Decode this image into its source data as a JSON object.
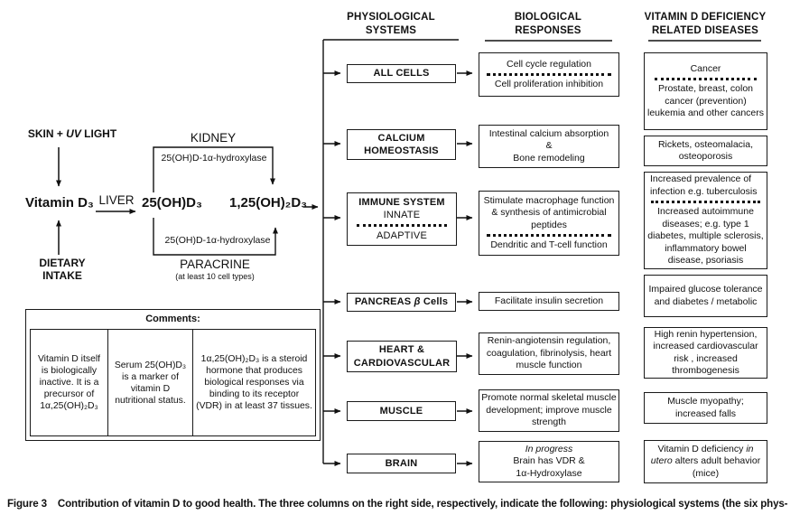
{
  "column_headers": {
    "systems": "PHYSIOLOGICAL SYSTEMS",
    "responses": "BIOLOGICAL RESPONSES",
    "diseases": "VITAMIN D DEFICIENCY RELATED DISEASES"
  },
  "pathway": {
    "skin_prefix": "SKIN + ",
    "skin_uv": "UV",
    "skin_suffix": " LIGHT",
    "dietary_line1": "DIETARY",
    "dietary_line2": "INTAKE",
    "vitamin_d3": "Vitamin D₃",
    "liver": "LIVER",
    "metabolite_25": "25(OH)D₃",
    "metabolite_125": "1,25(OH)₂D₃",
    "kidney": "KIDNEY",
    "enzyme_top": "25(OH)D-1α-hydroxylase",
    "enzyme_bottom": "25(OH)D-1α-hydroxylase",
    "paracrine": "PARACRINE",
    "paracrine_note": "(at least 10 cell types)"
  },
  "comments": {
    "title": "Comments:",
    "col1": "Vitamin D itself is biologically inactive. It is a precursor of 1α,25(OH)₂D₃",
    "col2": "Serum 25(OH)D₃ is a marker of vitamin D nutritional status.",
    "col3": "1α,25(OH)₂D₃ is a steroid hormone that produces biological responses via binding to its receptor (VDR) in at least 37 tissues."
  },
  "rows": [
    {
      "system": {
        "label": "ALL CELLS"
      },
      "response": {
        "top": "Cell cycle regulation",
        "bottom": "Cell proliferation inhibition"
      },
      "disease": {
        "top": "Cancer",
        "bottom": "Prostate, breast, colon cancer (prevention) leukemia and other cancers"
      }
    },
    {
      "system": {
        "label": "CALCIUM HOMEOSTASIS"
      },
      "response": {
        "line1": "Intestinal calcium absorption",
        "line2": "&",
        "line3": "Bone remodeling"
      },
      "disease": {
        "text": "Rickets, osteomalacia, osteoporosis"
      }
    },
    {
      "system": {
        "title": "IMMUNE SYSTEM",
        "sub_top": "INNATE",
        "sub_bottom": "ADAPTIVE"
      },
      "response": {
        "top": "Stimulate macrophage function & synthesis of antimicrobial peptides",
        "bottom": "Dendritic and T-cell function"
      },
      "disease": {
        "top": "Increased prevalence of infection e.g. tuberculosis",
        "bottom": "Increased autoimmune diseases; e.g. type 1 diabetes, multiple sclerosis, inflammatory bowel disease, psoriasis"
      }
    },
    {
      "system": {
        "part1": "PANCREAS ",
        "part2": "β",
        "part3": " Cells"
      },
      "response": {
        "text": "Facilitate insulin secretion"
      },
      "disease": {
        "text": "Impaired glucose tolerance and diabetes / metabolic"
      }
    },
    {
      "system": {
        "label": "HEART & CARDIOVASCULAR"
      },
      "response": {
        "text": "Renin-angiotensin regulation, coagulation, fibrinolysis, heart muscle function"
      },
      "disease": {
        "text": "High renin hypertension, increased cardiovascular risk , increased thrombogenesis"
      }
    },
    {
      "system": {
        "label": "MUSCLE"
      },
      "response": {
        "text": "Promote normal skeletal muscle development; improve muscle strength"
      },
      "disease": {
        "text": "Muscle myopathy; increased falls"
      }
    },
    {
      "system": {
        "label": "BRAIN"
      },
      "response": {
        "italic_line": "In progress",
        "line2": "Brain has VDR &",
        "line3": "1α-Hydroxylase"
      },
      "disease": {
        "part1": "Vitamin D deficiency ",
        "part2": "in utero",
        "part3": " alters adult behavior (mice)"
      }
    }
  ],
  "figure": {
    "caption_label": "Figure 3",
    "caption_text": "Contribution of vitamin D to good health. The three columns on the right side, respectively, indicate the following: physiological systems (the six phys-"
  }
}
